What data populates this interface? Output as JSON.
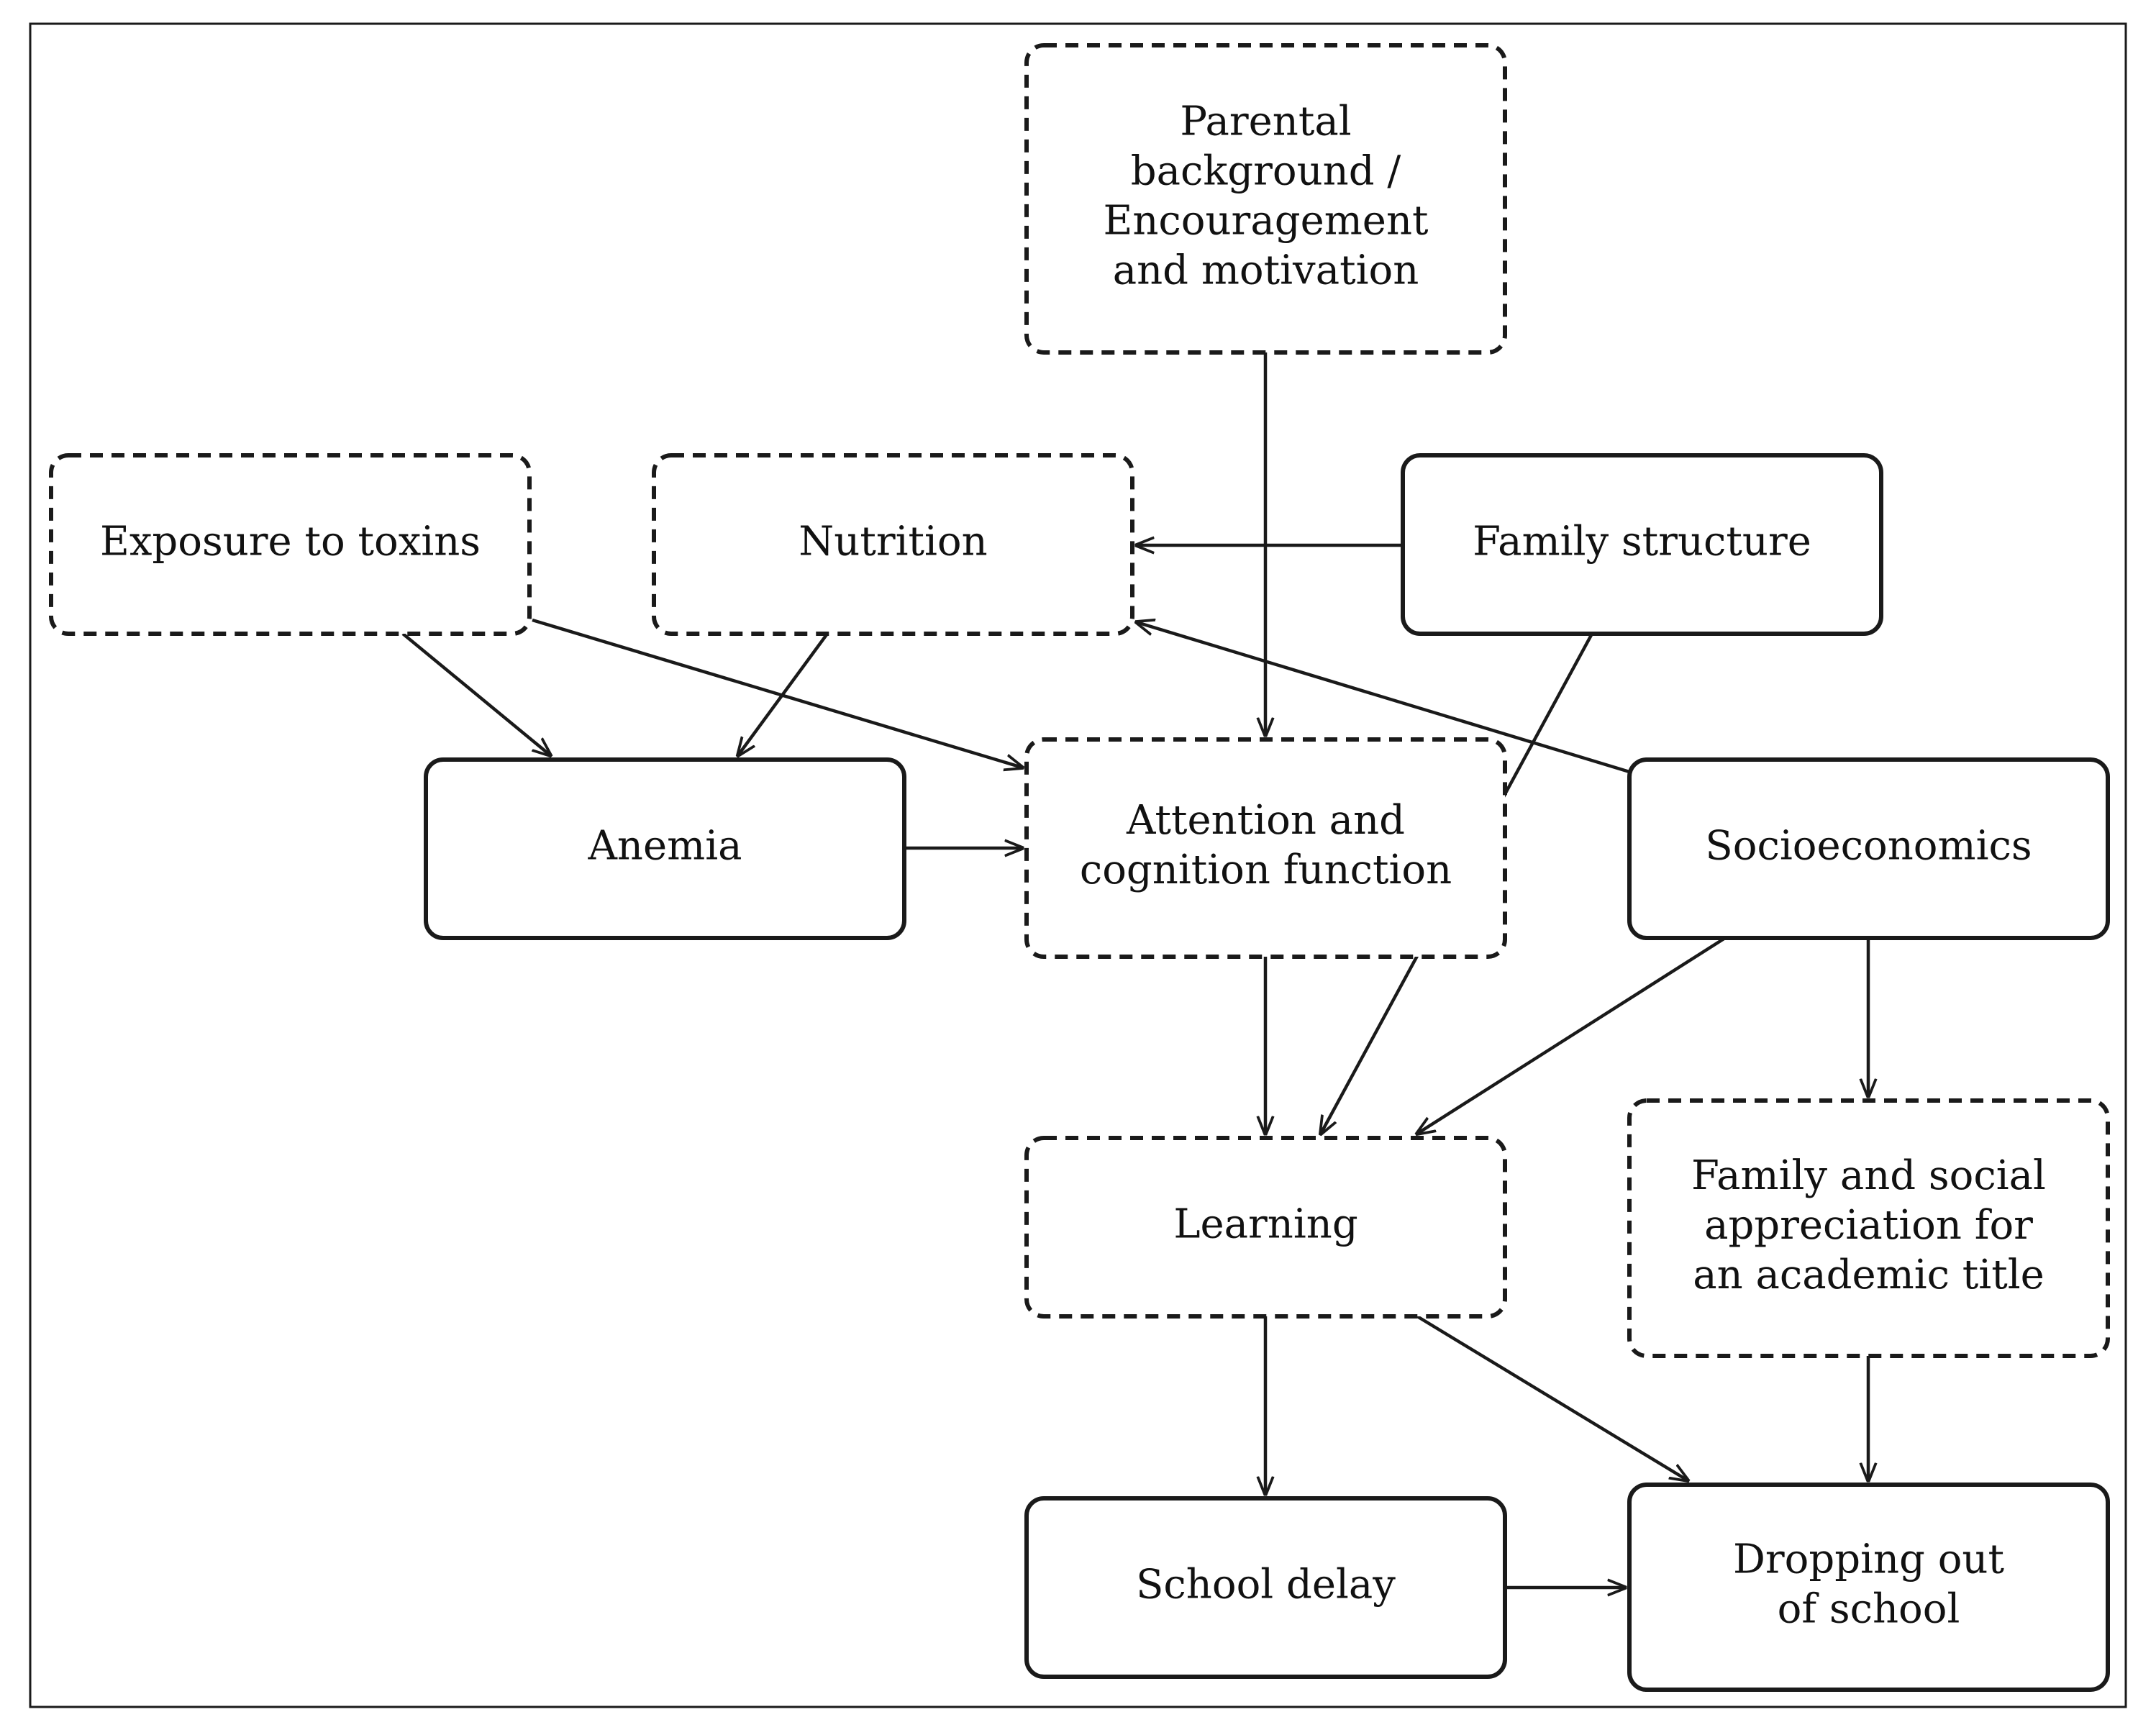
{
  "diagram": {
    "nodes": [
      {
        "id": "parental",
        "lines": [
          "Parental",
          "background /",
          "Encouragement",
          "and motivation"
        ],
        "style": "dashed"
      },
      {
        "id": "toxins",
        "lines": [
          "Exposure to toxins"
        ],
        "style": "dashed"
      },
      {
        "id": "nutrition",
        "lines": [
          "Nutrition"
        ],
        "style": "dashed"
      },
      {
        "id": "family",
        "lines": [
          "Family structure"
        ],
        "style": "solid"
      },
      {
        "id": "anemia",
        "lines": [
          "Anemia"
        ],
        "style": "solid"
      },
      {
        "id": "attention",
        "lines": [
          "Attention and",
          "cognition function"
        ],
        "style": "dashed"
      },
      {
        "id": "socio",
        "lines": [
          "Socioeconomics"
        ],
        "style": "solid"
      },
      {
        "id": "learning",
        "lines": [
          "Learning"
        ],
        "style": "dashed"
      },
      {
        "id": "appreciation",
        "lines": [
          "Family and social",
          "appreciation for",
          "an academic title"
        ],
        "style": "dashed"
      },
      {
        "id": "delay",
        "lines": [
          "School delay"
        ],
        "style": "solid"
      },
      {
        "id": "dropout",
        "lines": [
          "Dropping out",
          "of school"
        ],
        "style": "solid"
      }
    ],
    "edges": [
      {
        "from": "parental",
        "to": "attention"
      },
      {
        "from": "family",
        "to": "nutrition"
      },
      {
        "from": "family",
        "to": "learning"
      },
      {
        "from": "toxins",
        "to": "anemia"
      },
      {
        "from": "toxins",
        "to": "attention"
      },
      {
        "from": "nutrition",
        "to": "anemia"
      },
      {
        "from": "socio",
        "to": "nutrition"
      },
      {
        "from": "anemia",
        "to": "attention"
      },
      {
        "from": "attention",
        "to": "learning"
      },
      {
        "from": "socio",
        "to": "learning"
      },
      {
        "from": "socio",
        "to": "appreciation"
      },
      {
        "from": "learning",
        "to": "delay"
      },
      {
        "from": "learning",
        "to": "dropout"
      },
      {
        "from": "appreciation",
        "to": "dropout"
      },
      {
        "from": "delay",
        "to": "dropout"
      }
    ]
  }
}
